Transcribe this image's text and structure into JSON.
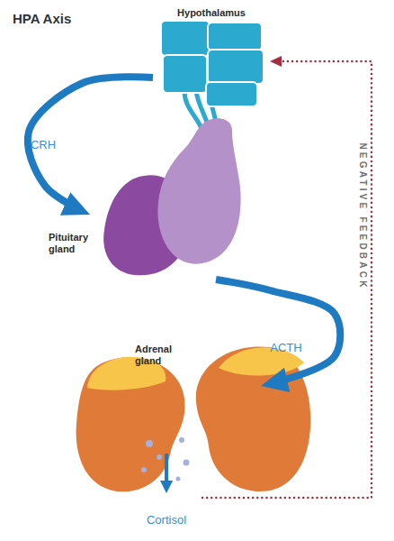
{
  "diagram": {
    "title": "HPA Axis",
    "nodes": [
      {
        "text": [
          "Hypothalamus"
        ]
      },
      {
        "text": [
          "Pituitary gland"
        ]
      },
      {
        "text": [
          "Adrenal gland"
        ]
      },
      {
        "text": [
          "Cortisol"
        ]
      }
    ],
    "edges": [
      {
        "from": 0,
        "to": 1,
        "arrow": "to",
        "label": "CRH"
      },
      {
        "from": 1,
        "to": 2,
        "arrow": "to",
        "label": "ACTH"
      },
      {
        "from": 2,
        "to": 3,
        "arrow": "to"
      },
      {
        "from": 3,
        "to": 0,
        "arrow": "to",
        "label": "NEGATIVE FEEDBACK"
      }
    ]
  }
}
